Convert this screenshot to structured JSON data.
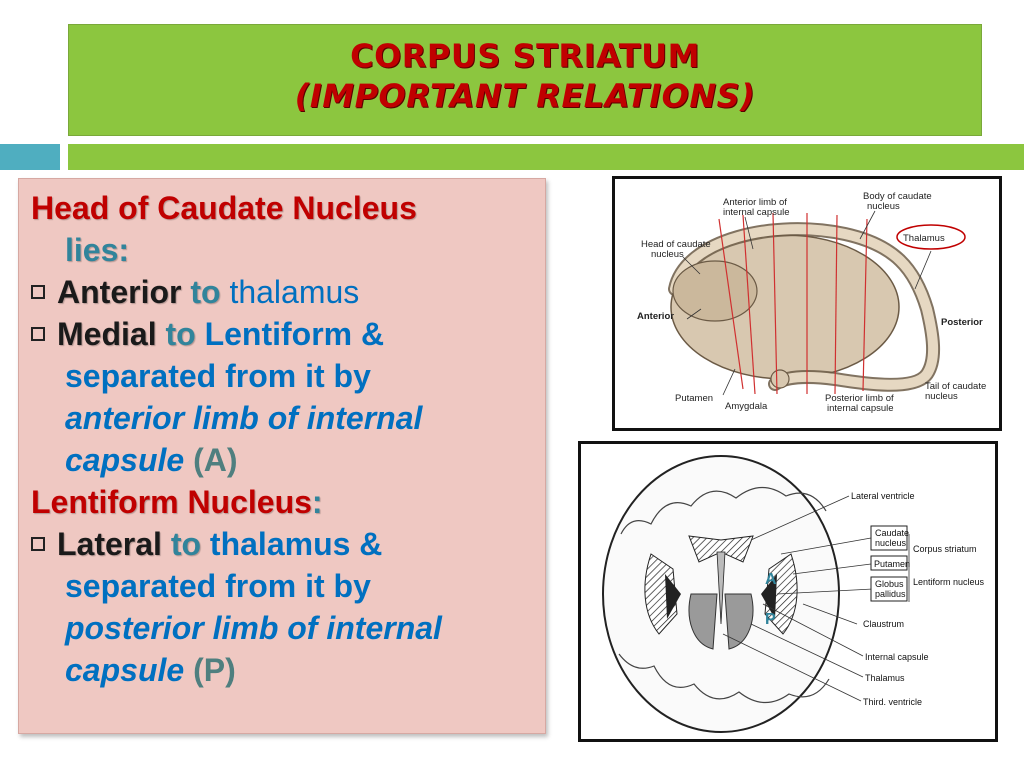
{
  "title": {
    "line1": "CORPUS STRIATUM",
    "line2": "(IMPORTANT RELATIONS)"
  },
  "body": {
    "head_heading_a": "Head of Caudate Nucleus",
    "head_heading_b": "lies:",
    "anterior_word": "Anterior",
    "anterior_to": "to",
    "anterior_rest": "thalamus",
    "medial_word": "Medial",
    "medial_to": "to",
    "medial_rest": "Lentiform &",
    "medial_line2": "separated from it by",
    "medial_line3": "anterior limb of internal",
    "medial_line4_a": "capsule",
    "medial_line4_b": "(A)",
    "lentiform_heading": "Lentiform Nucleus",
    "lentiform_colon": ":",
    "lateral_word": "Lateral",
    "lateral_to": "to",
    "lateral_rest": "thalamus &",
    "lateral_line2": "separated from it by",
    "lateral_line3": "posterior limb of internal",
    "lateral_line4_a": "capsule",
    "lateral_line4_b": "(P)"
  },
  "figure1": {
    "labels": {
      "anterior_limb": [
        "Anterior limb of",
        "internal capsule"
      ],
      "body_caudate": [
        "Body of caudate",
        "nucleus"
      ],
      "thalamus": "Thalamus",
      "head_caudate": [
        "Head of caudate",
        "nucleus"
      ],
      "anterior": "Anterior",
      "posterior": "Posterior",
      "putamen": "Putamen",
      "amygdala": "Amygdala",
      "posterior_limb": [
        "Posterior limb of",
        "internal capsule"
      ],
      "tail_caudate": [
        "Tail of caudate",
        "nucleus"
      ]
    }
  },
  "figure2": {
    "labels": {
      "lateral_ventricle": "Lateral ventricle",
      "caudate": [
        "Caudate",
        "nucleus"
      ],
      "corpus_striatum": "Corpus striatum",
      "putamen": "Putamen",
      "globus": [
        "Globus",
        "pallidus"
      ],
      "lentiform": "Lentiform nucleus",
      "claustrum": "Claustrum",
      "internal_capsule": "Internal capsule",
      "thalamus": "Thalamus",
      "third_ventricle": "Third. ventricle",
      "marker_a": "A",
      "marker_p": "P"
    }
  },
  "colors": {
    "title_bg": "#8cc63f",
    "title_text": "#c00000",
    "textbox_bg": "#efc8c2",
    "teal": "#31849b",
    "blue": "#0070c0"
  }
}
